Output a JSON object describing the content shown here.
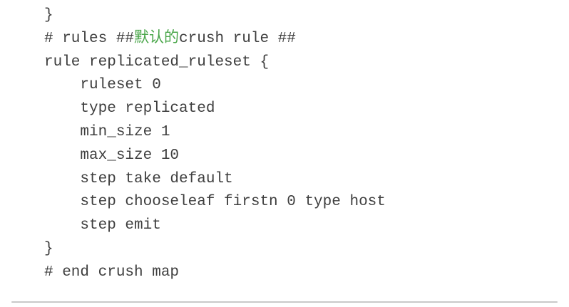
{
  "page": {
    "background": "#ffffff",
    "divider_color": "#c9c9c9"
  },
  "code": {
    "text_color": "#3e3e3e",
    "highlight_color": "#4aa64a",
    "lines": [
      {
        "segments": [
          {
            "text": "}"
          }
        ]
      },
      {
        "segments": [
          {
            "text": "# rules ##"
          },
          {
            "text": "默认的",
            "highlight": true
          },
          {
            "text": "crush rule ##"
          }
        ]
      },
      {
        "segments": [
          {
            "text": "rule replicated_ruleset {"
          }
        ]
      },
      {
        "segments": [
          {
            "text": "    ruleset 0"
          }
        ]
      },
      {
        "segments": [
          {
            "text": "    type replicated"
          }
        ]
      },
      {
        "segments": [
          {
            "text": "    min_size 1"
          }
        ]
      },
      {
        "segments": [
          {
            "text": "    max_size 10"
          }
        ]
      },
      {
        "segments": [
          {
            "text": "    step take default"
          }
        ]
      },
      {
        "segments": [
          {
            "text": "    step chooseleaf firstn 0 type host"
          }
        ]
      },
      {
        "segments": [
          {
            "text": "    step emit"
          }
        ]
      },
      {
        "segments": [
          {
            "text": "}"
          }
        ]
      },
      {
        "segments": [
          {
            "text": "# end crush map"
          }
        ]
      }
    ]
  }
}
